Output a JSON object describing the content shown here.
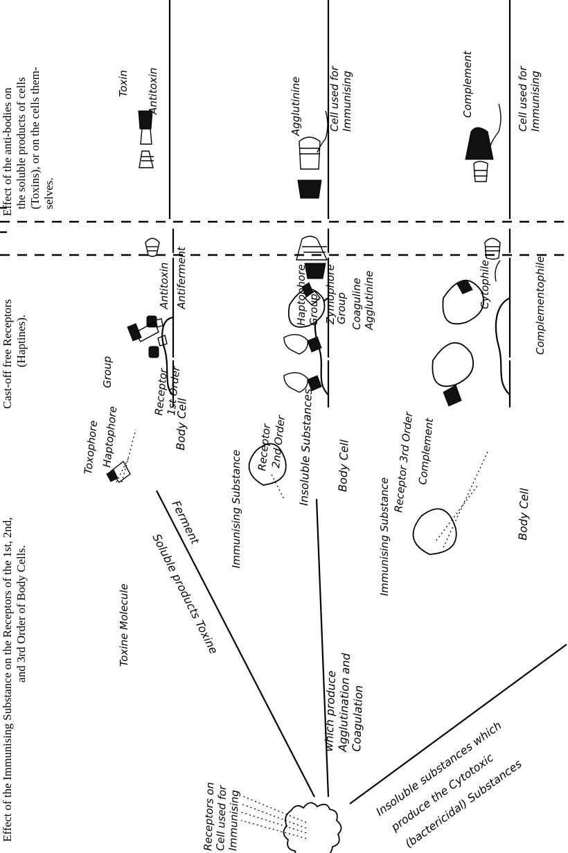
{
  "columns": {
    "col1_heading": [
      "Effect of the Immunising Substance on the Receptors of the 1st, 2nd,",
      "and 3rd Order of Body Cells."
    ],
    "col2_heading": [
      "Cast-off free Receptors",
      "(Haptines)."
    ],
    "col3_heading": [
      "Effect of the anti-bodies on",
      "the soluble products of cells",
      "(Toxins), or on the cells them-",
      "selves."
    ]
  },
  "rays": {
    "ray1_a": "Soluble products Toxine",
    "ray1_b": "Ferment",
    "ray2_a": "Insoluble Substances",
    "ray2_b": "which produce",
    "ray2_c": "Agglutination and",
    "ray2_d": "Coagulation",
    "ray3_a": "Insoluble substances which",
    "ray3_b": "produce the Cytotoxic",
    "ray3_c": "(bactericidal) Substances"
  },
  "receptors_label": [
    "Receptors on",
    "Cell used for",
    "Immunising"
  ],
  "row1": {
    "toxine_molecule": "Toxine Molecule",
    "toxophore": "Toxophore",
    "haptophore": "Haptophore",
    "group": "Group",
    "receptor": "Receptor",
    "order": "1st Order",
    "body_cell": "Body Cell",
    "antitoxin_free": "Antitoxin",
    "antiferment": "Antiferment",
    "toxin": "Toxin",
    "antitoxin": "Antitoxin"
  },
  "row2": {
    "immunising": "Immunising Substance",
    "receptor": "Receptor",
    "order": "2nd Order",
    "body_cell": "Body Cell",
    "haptophore_group": [
      "Haptophore",
      "Group"
    ],
    "zymophore_group": [
      "Zymophore",
      "Group"
    ],
    "coaguline": "Coaguline",
    "agglutinine_free": "Agglutinine",
    "agglutinine": "Agglutinine",
    "cell_used": [
      "Cell used for",
      "Immunising"
    ]
  },
  "row3": {
    "immunising": "Immunising Substance",
    "receptor": "Receptor 3rd Order",
    "complement": "Complement",
    "body_cell": "Body Cell",
    "cytophile": "Cytophile",
    "complementophile": "Complementophile",
    "complement_r": "Complement",
    "cell_used": [
      "Cell used for",
      "Immunising"
    ]
  },
  "colors": {
    "ink": "#000000",
    "paper": "#ffffff"
  }
}
